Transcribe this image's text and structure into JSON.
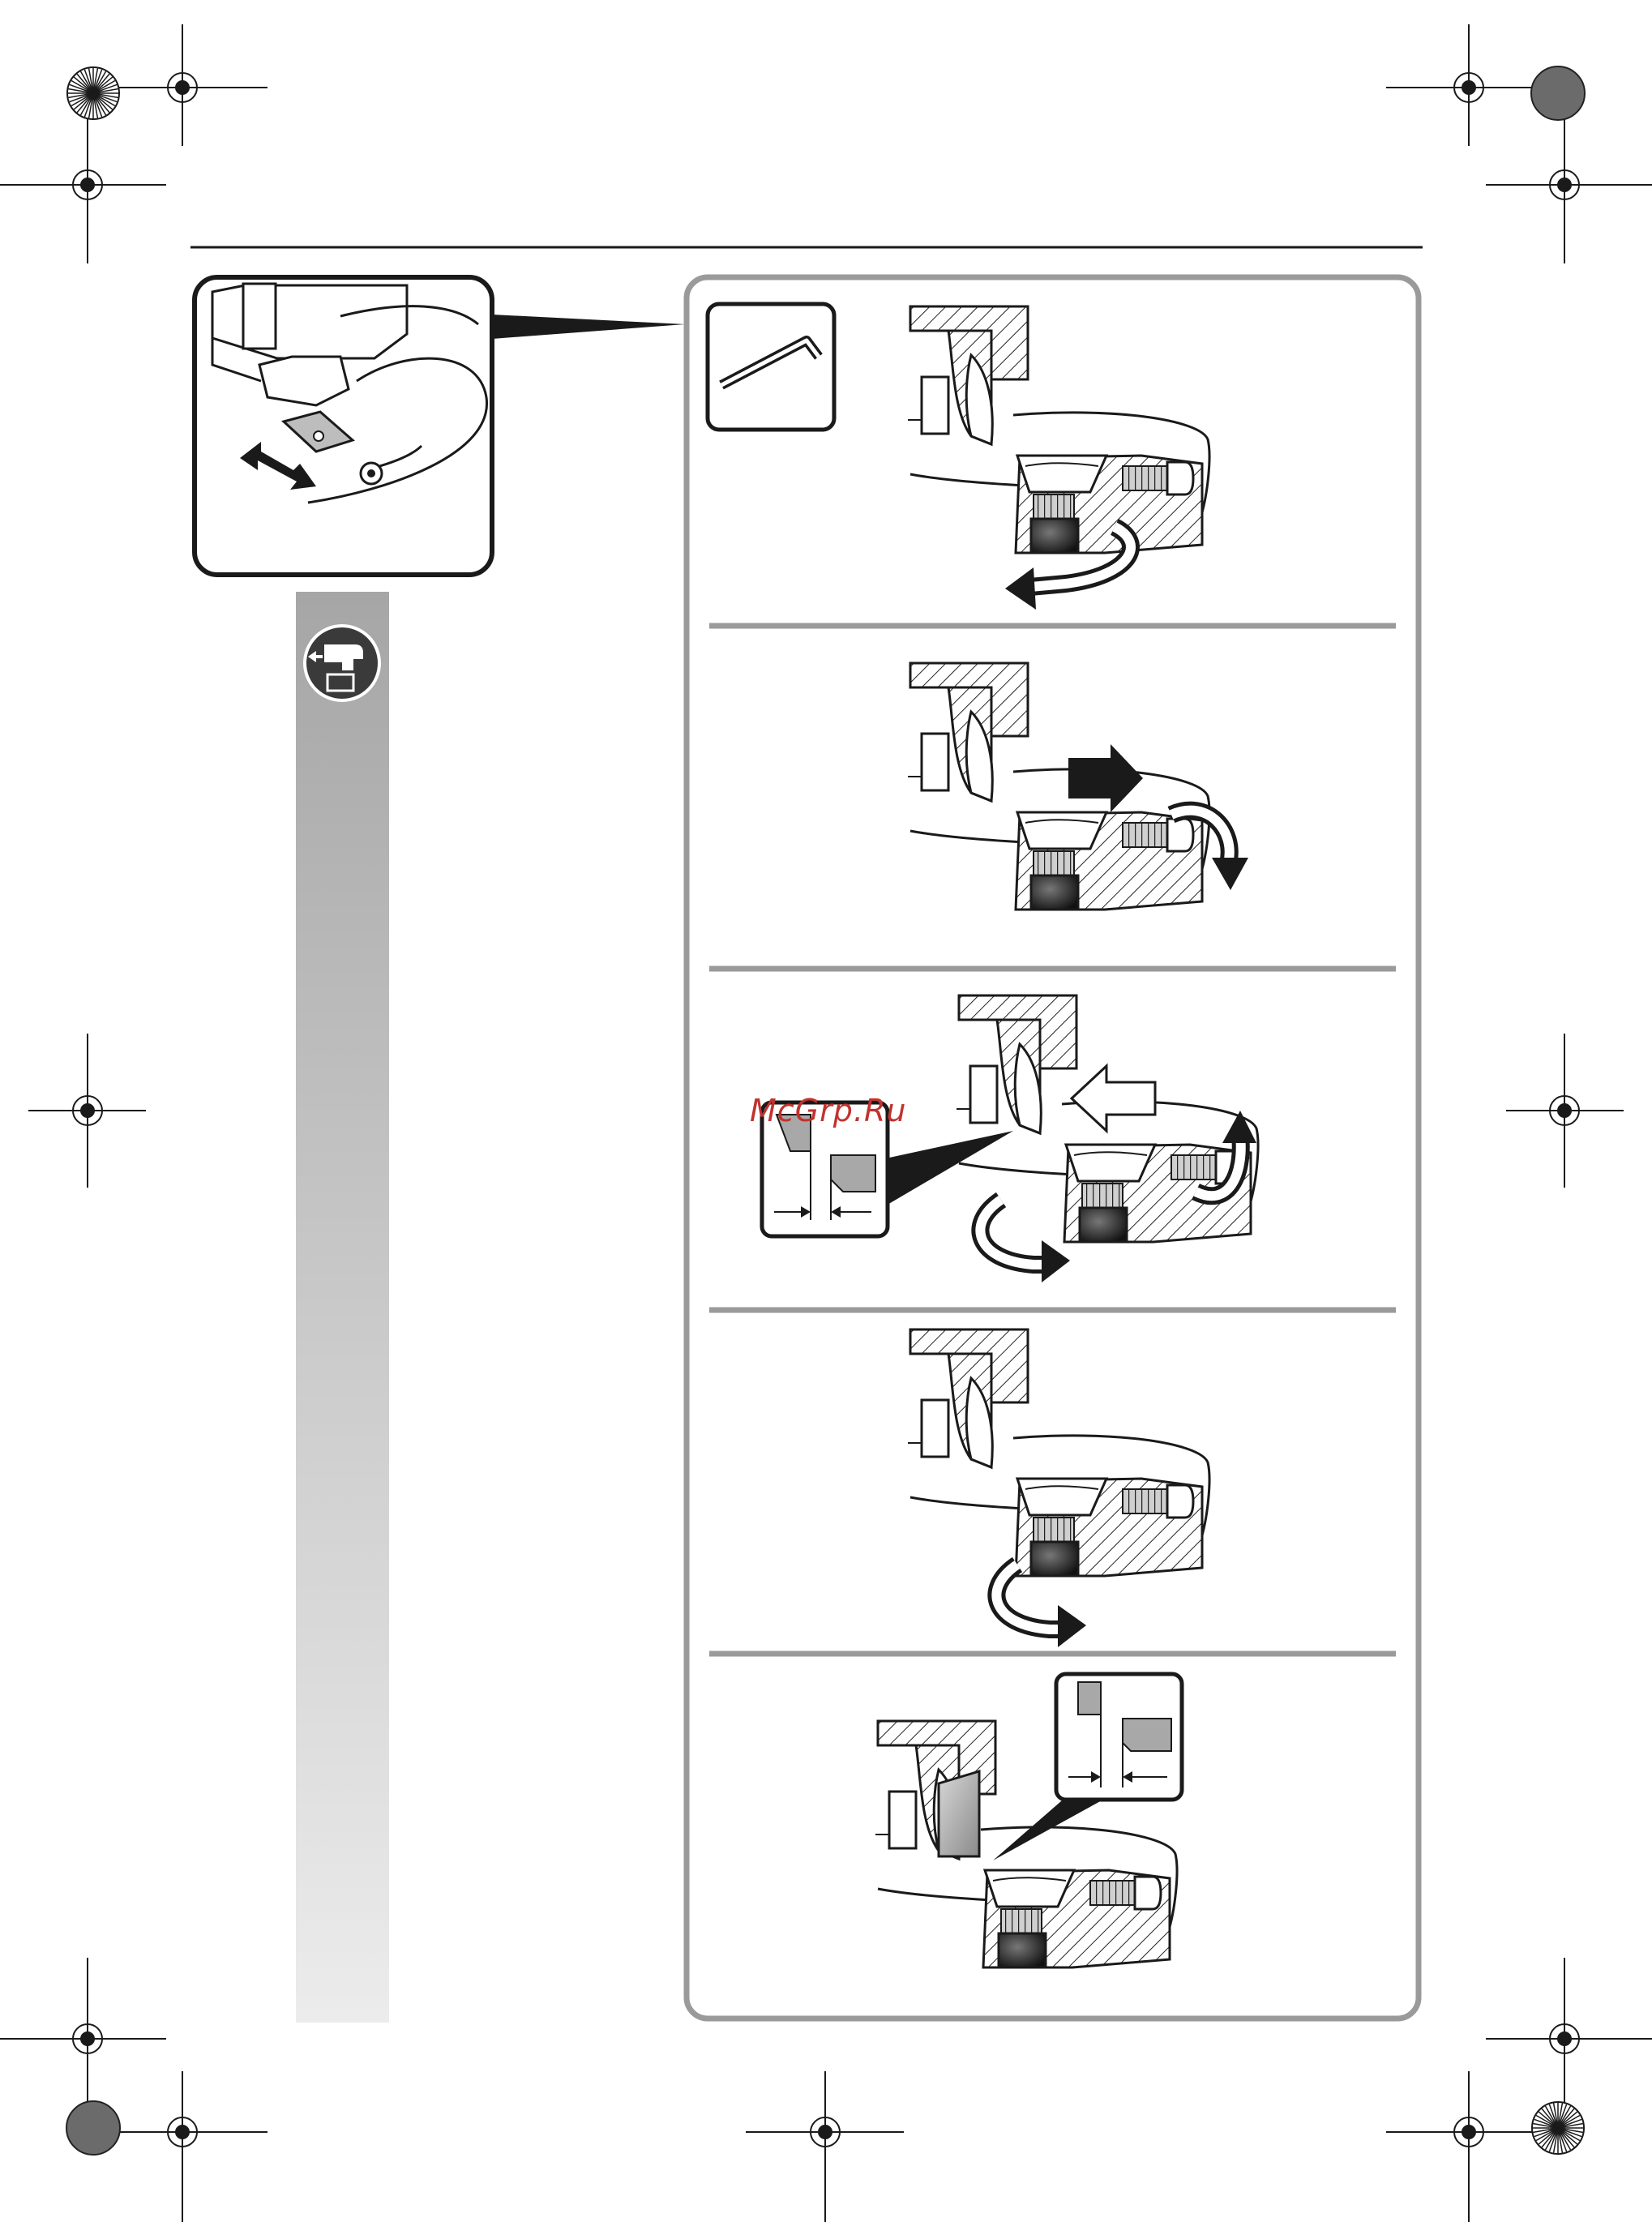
{
  "page": {
    "watermark": "McGrp.Ru"
  },
  "icons": {
    "tool": "hex-key-icon",
    "battery": "remove-battery-icon"
  },
  "steps": [
    {
      "name": "step-1",
      "arrows": [
        "rotate-loosen-arrow"
      ]
    },
    {
      "name": "step-2",
      "arrows": [
        "push-right-arrow",
        "rotate-down-arrow"
      ]
    },
    {
      "name": "step-3",
      "arrows": [
        "push-left-outline-arrow",
        "rotate-up-arrow",
        "rotate-right-arrow"
      ],
      "inset": "alignment-detail-inset"
    },
    {
      "name": "step-4",
      "arrows": [
        "rotate-tighten-arrow"
      ]
    },
    {
      "name": "step-5",
      "arrows": [],
      "inset": "alignment-detail-inset"
    }
  ],
  "colors": {
    "sidebar_top": "#a6a6a6",
    "sidebar_bottom": "#e9e9e9",
    "frame": "#9a9a9a",
    "watermark": "#c2322e",
    "ink": "#1a1a1a"
  }
}
